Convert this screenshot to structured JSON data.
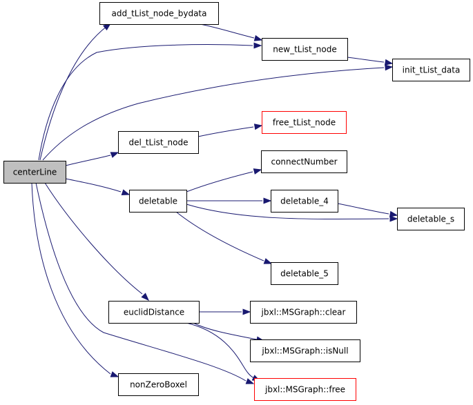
{
  "colors": {
    "edge": "#191970",
    "node_border": "#000000",
    "node_border_missing": "#ff0000",
    "root_fill": "#bfbfbf",
    "node_fill": "#ffffff"
  },
  "nodes": [
    {
      "id": "centerLine",
      "label": "centerLine",
      "root": true
    },
    {
      "id": "add_tList_node_bydata",
      "label": "add_tList_node_bydata"
    },
    {
      "id": "new_tList_node",
      "label": "new_tList_node"
    },
    {
      "id": "init_tList_data",
      "label": "init_tList_data"
    },
    {
      "id": "del_tList_node",
      "label": "del_tList_node"
    },
    {
      "id": "free_tList_node",
      "label": "free_tList_node",
      "missing": true
    },
    {
      "id": "connectNumber",
      "label": "connectNumber"
    },
    {
      "id": "deletable",
      "label": "deletable"
    },
    {
      "id": "deletable_4",
      "label": "deletable_4"
    },
    {
      "id": "deletable_s",
      "label": "deletable_s"
    },
    {
      "id": "deletable_5",
      "label": "deletable_5"
    },
    {
      "id": "euclidDistance",
      "label": "euclidDistance"
    },
    {
      "id": "msgraph_clear",
      "label": "jbxl::MSGraph::clear"
    },
    {
      "id": "msgraph_isNull",
      "label": "jbxl::MSGraph::isNull"
    },
    {
      "id": "msgraph_free",
      "label": "jbxl::MSGraph::free",
      "missing": true
    },
    {
      "id": "nonZeroBoxel",
      "label": "nonZeroBoxel"
    }
  ],
  "edges": [
    {
      "from": "centerLine",
      "to": "add_tList_node_bydata"
    },
    {
      "from": "centerLine",
      "to": "new_tList_node"
    },
    {
      "from": "centerLine",
      "to": "init_tList_data"
    },
    {
      "from": "centerLine",
      "to": "del_tList_node"
    },
    {
      "from": "centerLine",
      "to": "deletable"
    },
    {
      "from": "centerLine",
      "to": "euclidDistance"
    },
    {
      "from": "centerLine",
      "to": "msgraph_free"
    },
    {
      "from": "centerLine",
      "to": "nonZeroBoxel"
    },
    {
      "from": "add_tList_node_bydata",
      "to": "new_tList_node"
    },
    {
      "from": "new_tList_node",
      "to": "init_tList_data"
    },
    {
      "from": "del_tList_node",
      "to": "free_tList_node"
    },
    {
      "from": "deletable",
      "to": "connectNumber"
    },
    {
      "from": "deletable",
      "to": "deletable_4"
    },
    {
      "from": "deletable",
      "to": "deletable_s"
    },
    {
      "from": "deletable",
      "to": "deletable_5"
    },
    {
      "from": "deletable_4",
      "to": "deletable_s"
    },
    {
      "from": "euclidDistance",
      "to": "msgraph_clear"
    },
    {
      "from": "euclidDistance",
      "to": "msgraph_isNull"
    },
    {
      "from": "euclidDistance",
      "to": "msgraph_free"
    }
  ]
}
